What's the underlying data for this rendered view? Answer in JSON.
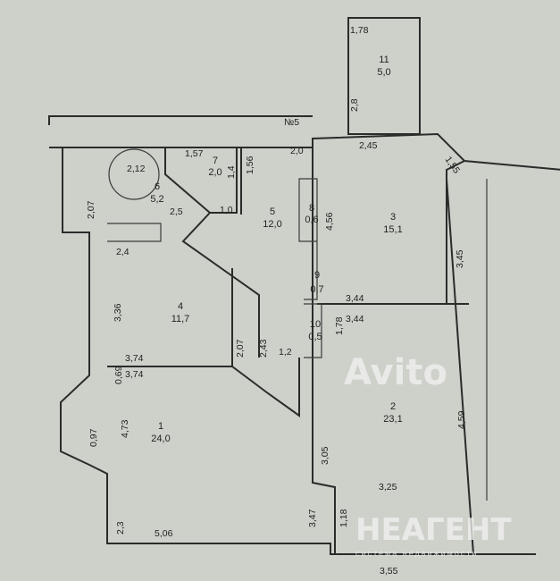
{
  "stair_label": "№5",
  "rooms": [
    {
      "num": "1",
      "area": "24,0"
    },
    {
      "num": "2",
      "area": "23,1"
    },
    {
      "num": "3",
      "area": "15,1"
    },
    {
      "num": "4",
      "area": "11,7"
    },
    {
      "num": "5",
      "area": "12,0"
    },
    {
      "num": "6",
      "area": "5,2"
    },
    {
      "num": "7",
      "area": "2,0"
    },
    {
      "num": "8",
      "area": "0,6"
    },
    {
      "num": "9",
      "area": "0,7"
    },
    {
      "num": "10",
      "area": "0,5"
    },
    {
      "num": "11",
      "area": "5,0"
    }
  ],
  "dimensions": [
    "1,78",
    "2,8",
    "2,45",
    "1,55",
    "2,0",
    "2,12",
    "1,57",
    "1,4",
    "1,56",
    "1,0",
    "2,5",
    "2,07",
    "2,4",
    "4,56",
    "3,45",
    "3,44",
    "3,44",
    "1,78",
    "3,36",
    "2,07",
    "2,43",
    "1,2",
    "3,74",
    "3,74",
    "0,69",
    "0,97",
    "4,73",
    "3,05",
    "4,59",
    "3,25",
    "1,18",
    "2,3",
    "5,06",
    "3,47",
    "3,55"
  ],
  "watermarks": {
    "avito": "Avito",
    "brand": "НЕАГЕНТ",
    "brand_sub": "система недвижимости"
  }
}
